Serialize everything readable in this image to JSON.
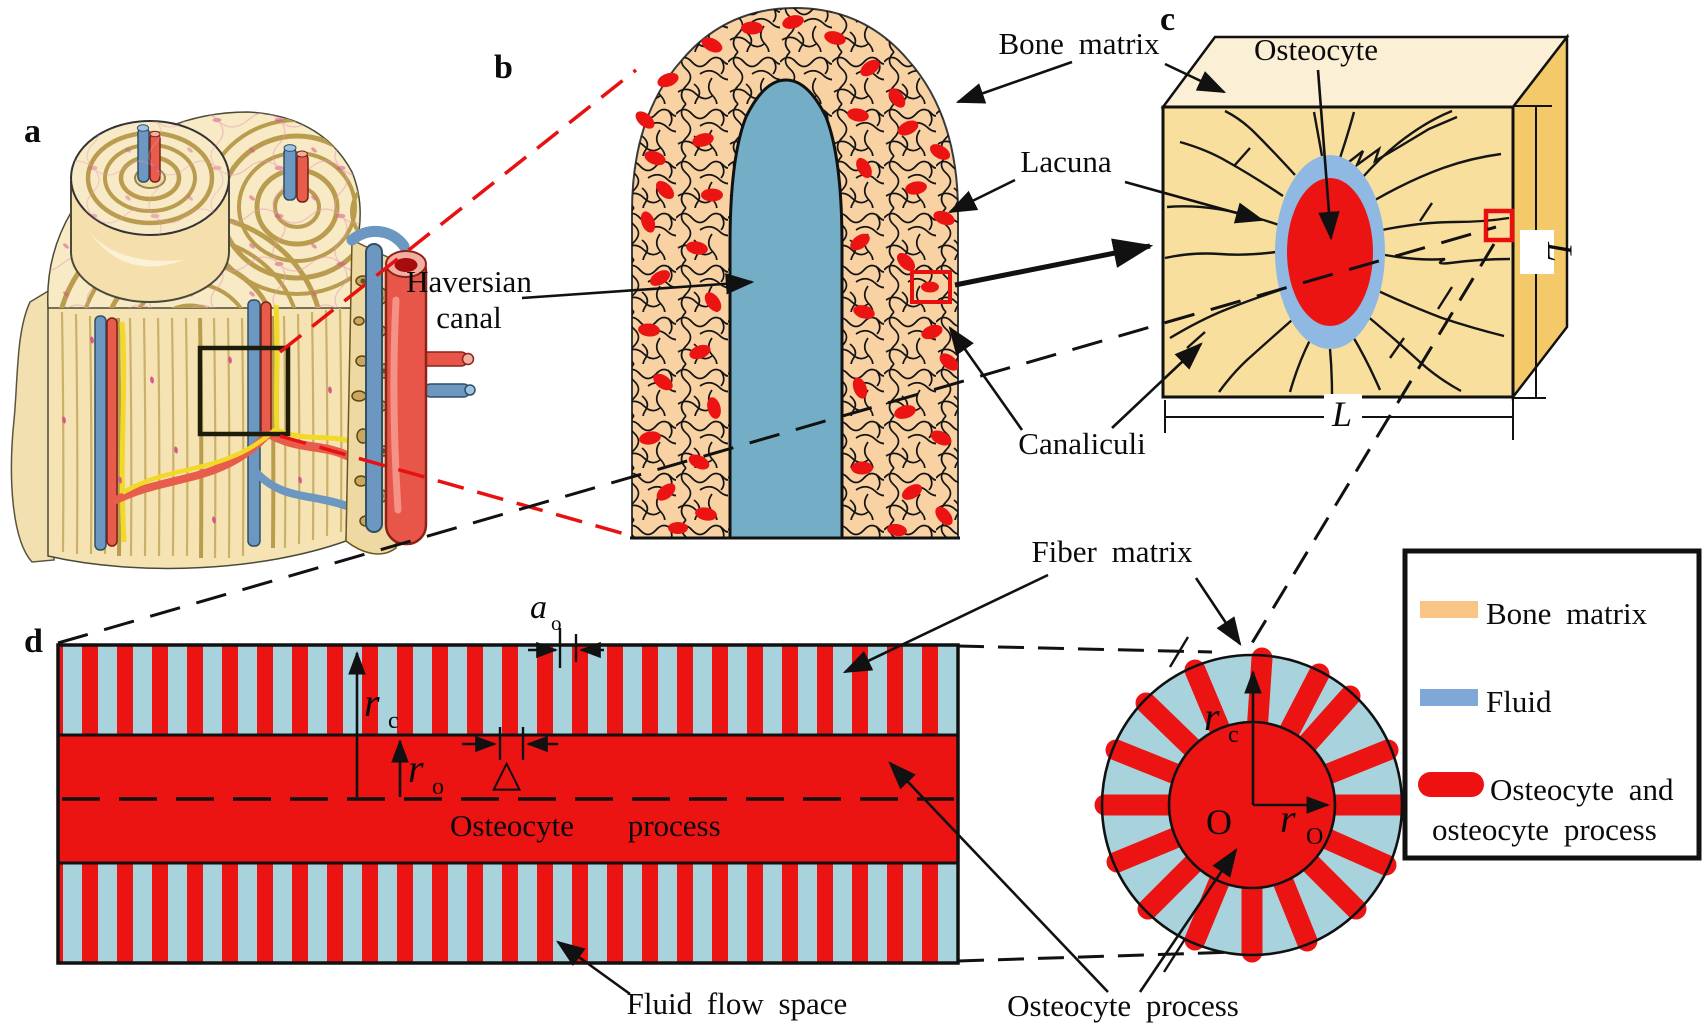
{
  "figure": {
    "panel_letters": {
      "a": "a",
      "b": "b",
      "c": "c",
      "d": "d"
    },
    "annotations": {
      "haversian_line1": "Haversian",
      "haversian_line2": "canal",
      "bone_matrix": "Bone matrix",
      "lacuna": "Lacuna",
      "osteocyte": "Osteocyte",
      "canaliculi": "Canaliculi",
      "fiber_matrix": "Fiber matrix",
      "osteocyte_process_panel_d": "Osteocyte process",
      "fluid_flow_space": "Fluid flow space",
      "osteocyte_process_circle": "Osteocyte process"
    },
    "dimension_symbols": {
      "r": "r",
      "sub_c": "c",
      "sub_o": "o",
      "sub_O": "O",
      "a": "a",
      "delta": "△",
      "L": "L",
      "origin": "O"
    },
    "legend": {
      "bone_matrix": "Bone matrix",
      "fluid": "Fluid",
      "osteocyte_line1": "Osteocyte and",
      "osteocyte_line2": "osteocyte process",
      "swatch_colors": {
        "bone_matrix": "#F9C584",
        "fluid": "#7FA8D6",
        "osteocyte": "#EE1111"
      }
    },
    "colors": {
      "osteocyte_red": "#EC1313",
      "fluid_blue_light": "#A8D3DD",
      "haversian_canal_blue": "#74AEC6",
      "bone_peach": "#F9D2A4",
      "cube_front": "#F8DF9D",
      "cube_top": "#FBF0D5",
      "cube_side": "#F4C96A",
      "lacuna_ring_blue": "#8FB9E3",
      "roi_outline_red": "#E90F0F"
    }
  }
}
